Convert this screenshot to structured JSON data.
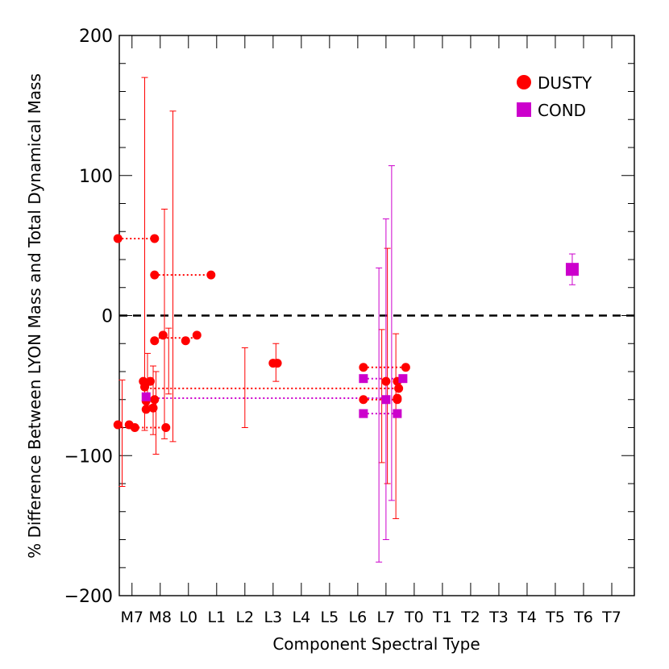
{
  "chart_data": {
    "type": "scatter",
    "xlabel": "Component Spectral Type",
    "ylabel": "% Difference Between LYON Mass and Total Dynamical Mass",
    "x_categories": [
      "M7",
      "M8",
      "L0",
      "L1",
      "L2",
      "L3",
      "L4",
      "L5",
      "L6",
      "L7",
      "T0",
      "T1",
      "T2",
      "T3",
      "T4",
      "T5",
      "T6",
      "T7"
    ],
    "xlim": [
      6.55,
      24.8
    ],
    "ylim": [
      -200,
      200
    ],
    "y_ticks": [
      -200,
      -100,
      0,
      100,
      200
    ],
    "y_tick_labels": [
      "−200",
      "−100",
      "0",
      "100",
      "200"
    ],
    "reference_line": {
      "y": 0,
      "style": "dashed"
    },
    "legend": {
      "position": "top-right",
      "entries": [
        {
          "name": "DUSTY",
          "marker": "circle",
          "color": "#ff0000"
        },
        {
          "name": "COND",
          "marker": "square",
          "color": "#cc00cc"
        }
      ]
    },
    "series": [
      {
        "name": "DUSTY",
        "color": "#ff0000",
        "marker": "circle",
        "points": [
          {
            "x": 6.5,
            "y": 55
          },
          {
            "x": 7.8,
            "y": 55
          },
          {
            "x": 7.8,
            "y": 29
          },
          {
            "x": 9.8,
            "y": 29
          },
          {
            "x": 7.8,
            "y": -18
          },
          {
            "x": 8.9,
            "y": -18
          },
          {
            "x": 8.1,
            "y": -14
          },
          {
            "x": 9.3,
            "y": -14
          },
          {
            "x": 6.5,
            "y": -78,
            "err": [
              -122,
              -46
            ]
          },
          {
            "x": 8.2,
            "y": -80
          },
          {
            "x": 6.9,
            "y": -78
          },
          {
            "x": 7.1,
            "y": -80
          },
          {
            "x": 7.4,
            "y": -47,
            "err": [
              -82,
              170
            ]
          },
          {
            "x": 7.5,
            "y": -48
          },
          {
            "x": 7.45,
            "y": -51
          },
          {
            "x": 7.5,
            "y": -61
          },
          {
            "x": 7.5,
            "y": -67
          },
          {
            "x": 7.65,
            "y": -47
          },
          {
            "x": 7.75,
            "y": -66
          },
          {
            "x": 7.8,
            "y": -60
          },
          {
            "x": 12.0,
            "y": -34
          },
          {
            "x": 12.15,
            "y": -34
          },
          {
            "x": 15.2,
            "y": -37
          },
          {
            "x": 16.7,
            "y": -37
          },
          {
            "x": 15.2,
            "y": -60
          },
          {
            "x": 16.4,
            "y": -60
          },
          {
            "x": 16.0,
            "y": -47
          },
          {
            "x": 16.4,
            "y": -47
          },
          {
            "x": 16.45,
            "y": -52
          },
          {
            "x": 16.4,
            "y": -59
          }
        ],
        "error_bars_only": [
          {
            "x": 6.65,
            "low": -122,
            "high": -46
          },
          {
            "x": 7.45,
            "low": -82,
            "high": 170
          },
          {
            "x": 7.55,
            "low": -64,
            "high": -27
          },
          {
            "x": 7.75,
            "low": -85,
            "high": -36
          },
          {
            "x": 7.85,
            "low": -99,
            "high": -40
          },
          {
            "x": 8.15,
            "low": -88,
            "high": 76
          },
          {
            "x": 8.45,
            "low": -90,
            "high": 146
          },
          {
            "x": 8.3,
            "low": -56,
            "high": -9
          },
          {
            "x": 11.0,
            "low": -80,
            "high": -23
          },
          {
            "x": 12.1,
            "low": -47,
            "high": -20
          },
          {
            "x": 15.85,
            "low": -105,
            "high": -10
          },
          {
            "x": 16.05,
            "low": -120,
            "high": 48
          },
          {
            "x": 16.35,
            "low": -145,
            "high": -13
          }
        ],
        "connectors": [
          {
            "x1": 6.5,
            "x2": 7.8,
            "y": 55
          },
          {
            "x1": 7.8,
            "x2": 9.8,
            "y": 29
          },
          {
            "x1": 7.8,
            "x2": 9.3,
            "y": -16
          },
          {
            "x1": 6.5,
            "x2": 8.2,
            "y": -80
          },
          {
            "x1": 7.5,
            "x2": 16.4,
            "y": -52
          },
          {
            "x1": 15.2,
            "x2": 16.7,
            "y": -37
          },
          {
            "x1": 15.2,
            "x2": 16.4,
            "y": -60
          }
        ]
      },
      {
        "name": "COND",
        "color": "#cc00cc",
        "marker": "square",
        "points": [
          {
            "x": 7.5,
            "y": -58
          },
          {
            "x": 15.2,
            "y": -45
          },
          {
            "x": 16.6,
            "y": -45
          },
          {
            "x": 15.2,
            "y": -70
          },
          {
            "x": 16.4,
            "y": -70
          },
          {
            "x": 16.0,
            "y": -60
          },
          {
            "x": 22.6,
            "y": 33
          }
        ],
        "error_bars_only": [
          {
            "x": 15.75,
            "low": -176,
            "high": 34
          },
          {
            "x": 16.0,
            "low": -160,
            "high": 69
          },
          {
            "x": 16.2,
            "low": -132,
            "high": 107
          },
          {
            "x": 22.6,
            "low": 22,
            "high": 44
          }
        ],
        "connectors": [
          {
            "x1": 7.5,
            "x2": 16.2,
            "y": -59
          },
          {
            "x1": 15.2,
            "x2": 16.6,
            "y": -45
          },
          {
            "x1": 15.2,
            "x2": 16.4,
            "y": -70
          }
        ]
      }
    ]
  }
}
